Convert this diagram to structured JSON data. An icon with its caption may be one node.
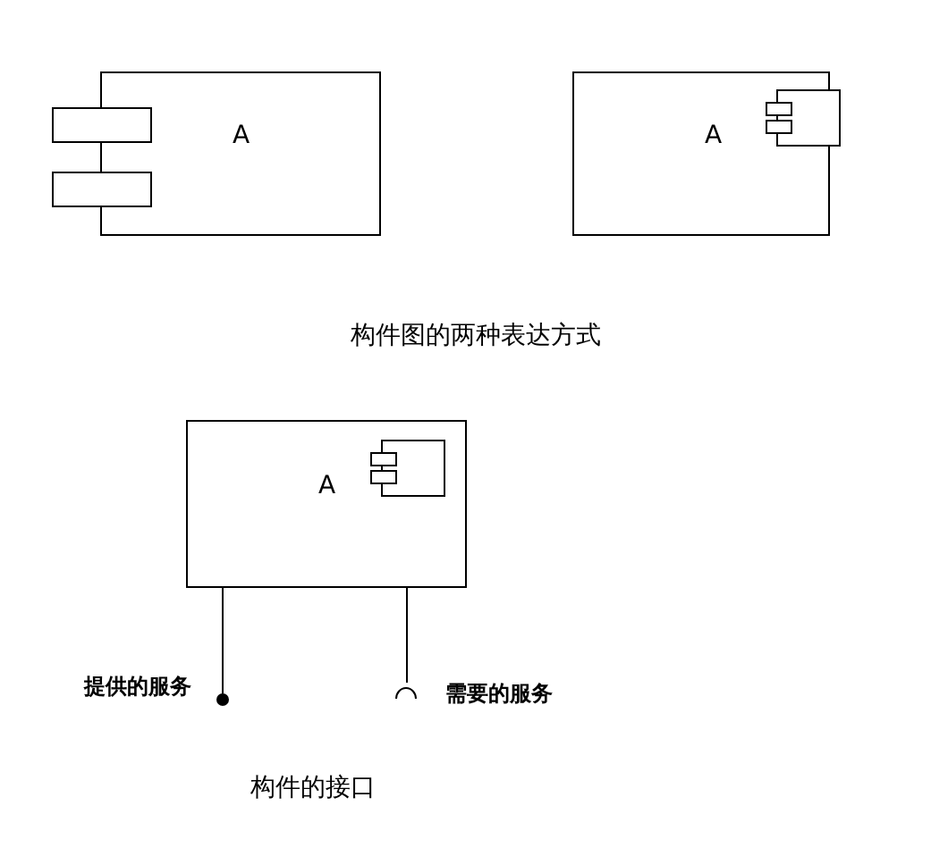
{
  "diagram": {
    "nodes": [
      {
        "text": [
          "A"
        ]
      },
      {
        "text": [],
        "shape": "box"
      },
      {
        "text": [],
        "shape": "box"
      },
      {
        "text": [
          "A"
        ]
      },
      {
        "text": [
          "A"
        ]
      },
      {
        "text": [],
        "shape": "circle",
        "beside": [
          "提供的服务"
        ]
      },
      {
        "text": [],
        "shape": "arc",
        "beside": [
          "需要的服务"
        ]
      }
    ],
    "edges": [
      {
        "from": 4,
        "to": 5,
        "arrow": "none"
      },
      {
        "from": 4,
        "to": 6,
        "arrow": "none"
      }
    ],
    "labels": [
      "构件图的两种表达方式",
      "构件的接口"
    ]
  }
}
